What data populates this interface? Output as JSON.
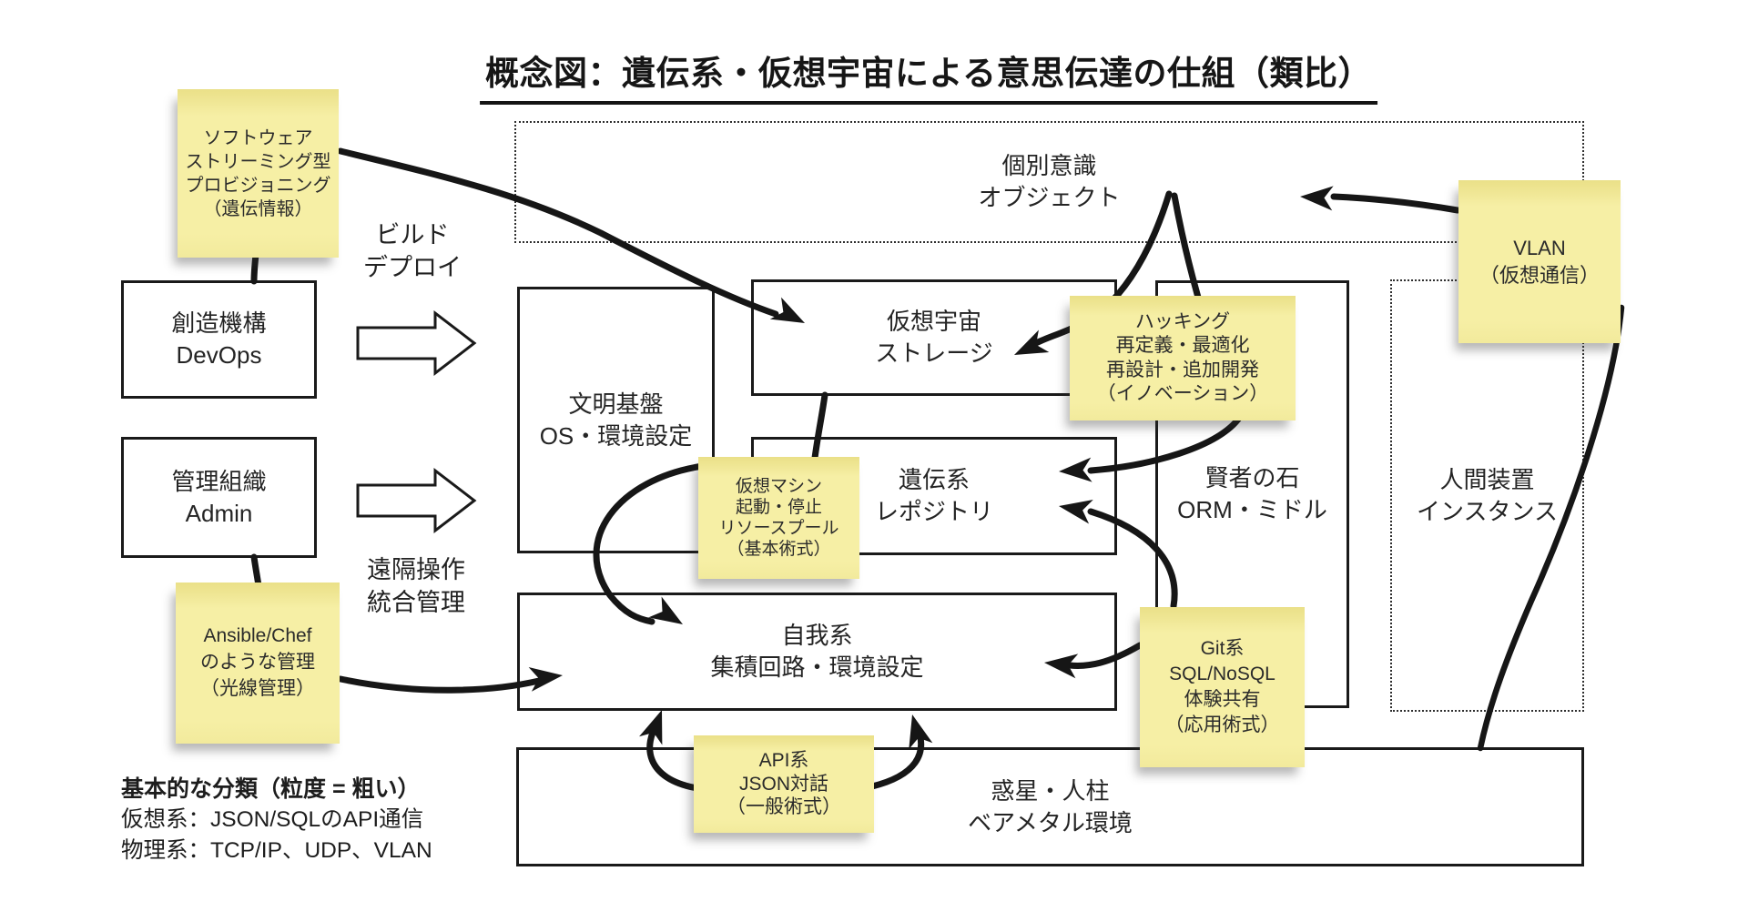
{
  "title": "概念図：遺伝系・仮想宇宙による意思伝達の仕組（類比）",
  "colors": {
    "ink": "#1a1a1a",
    "sticky_yellow": "#f6efa5",
    "background": "#ffffff"
  },
  "boxes": {
    "devops": {
      "lines": [
        "創造機構",
        "DevOps"
      ]
    },
    "admin": {
      "lines": [
        "管理組織",
        "Admin"
      ]
    },
    "civilization": {
      "lines": [
        "文明基盤",
        "OS・環境設定"
      ]
    },
    "universe": {
      "lines": [
        "仮想宇宙",
        "ストレージ"
      ]
    },
    "genetic": {
      "lines": [
        "遺伝系",
        "レポジトリ"
      ]
    },
    "ego": {
      "lines": [
        "自我系",
        "集積回路・環境設定"
      ]
    },
    "sage": {
      "lines": [
        "賢者の石",
        "ORM・ミドル"
      ]
    },
    "planet": {
      "lines": [
        "惑星・人柱",
        "ベアメタル環境"
      ]
    },
    "consciousness": {
      "lines": [
        "個別意識",
        "オブジェクト"
      ]
    },
    "human": {
      "lines": [
        "人間装置",
        "インスタンス"
      ]
    }
  },
  "stickies": {
    "streaming": {
      "lines": [
        "ソフトウェア",
        "ストリーミング型",
        "プロビジョニング",
        "（遺伝情報）"
      ]
    },
    "ansible": {
      "lines": [
        "Ansible/Chef",
        "のような管理",
        "（光線管理）"
      ]
    },
    "vm": {
      "lines": [
        "仮想マシン",
        "起動・停止",
        "リソースプール",
        "（基本術式）"
      ]
    },
    "hacking": {
      "lines": [
        "ハッキング",
        "再定義・最適化",
        "再設計・追加開発",
        "（イノベーション）"
      ]
    },
    "git": {
      "lines": [
        "Git系",
        "SQL/NoSQL",
        "体験共有",
        "（応用術式）"
      ]
    },
    "api": {
      "lines": [
        "API系",
        "JSON対話",
        "（一般術式）"
      ]
    },
    "vlan": {
      "lines": [
        "VLAN",
        "（仮想通信）"
      ]
    }
  },
  "labels": {
    "build": {
      "lines": [
        "ビルド",
        "デプロイ"
      ]
    },
    "remote": {
      "lines": [
        "遠隔操作",
        "統合管理"
      ]
    }
  },
  "notes": {
    "heading": "基本的な分類（粒度 = 粗い）",
    "line1": "仮想系：JSON/SQLのAPI通信",
    "line2": "物理系：TCP/IP、UDP、VLAN"
  }
}
